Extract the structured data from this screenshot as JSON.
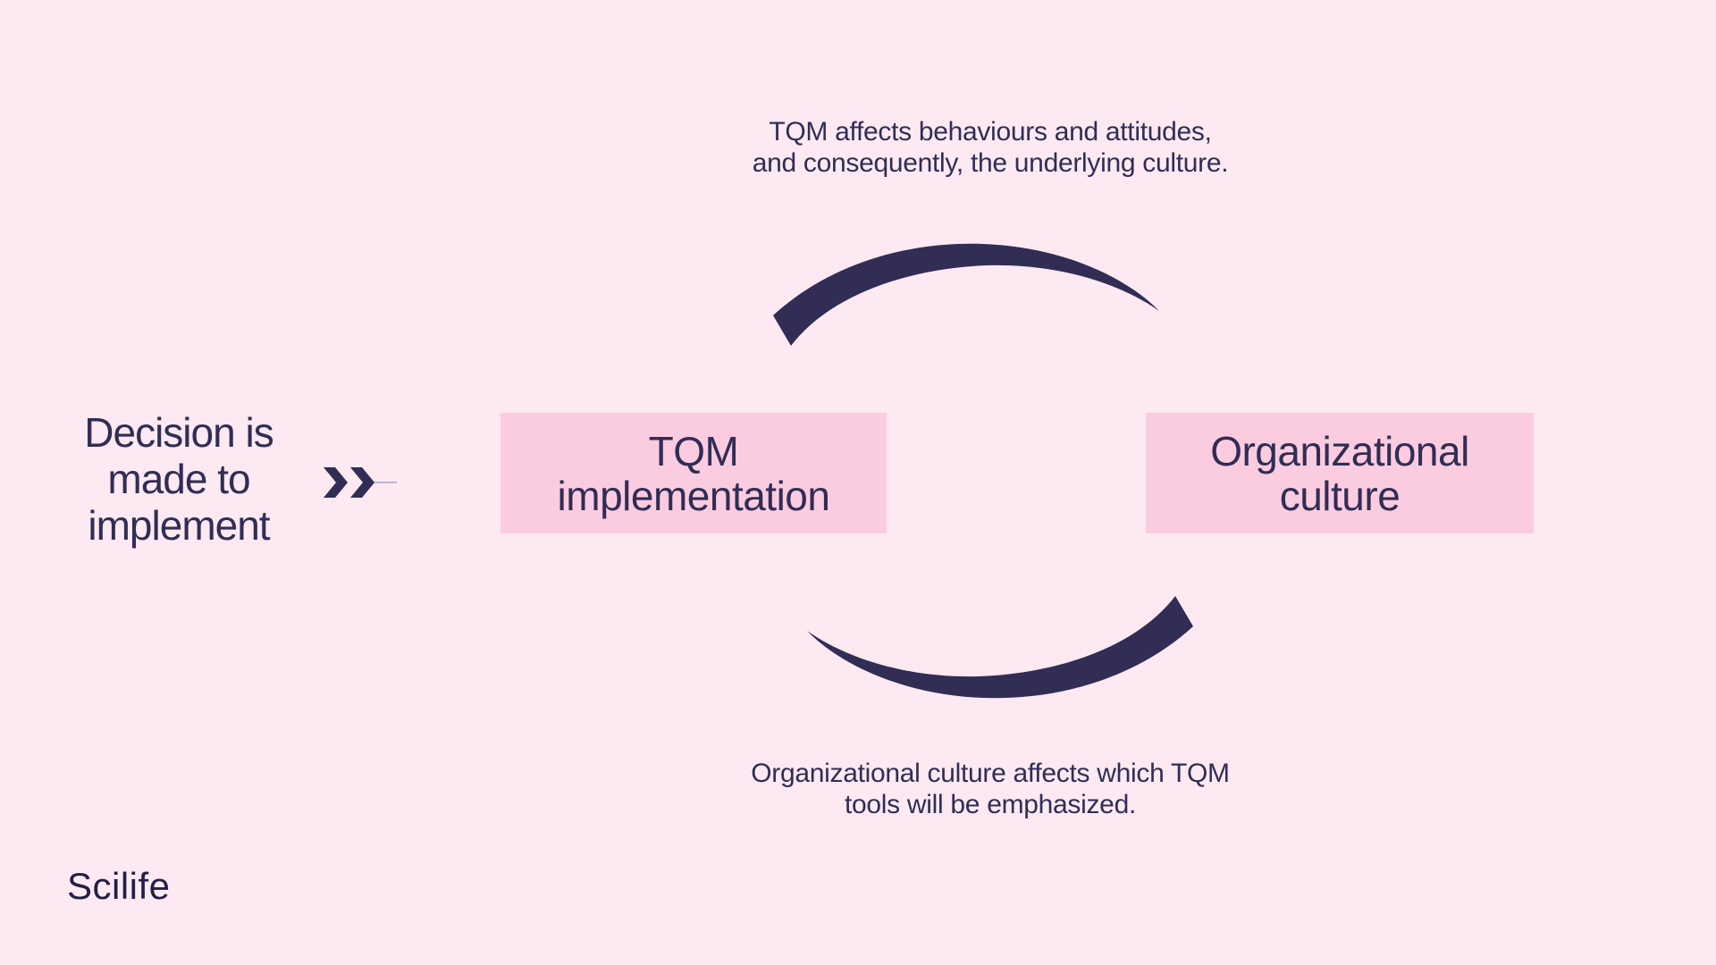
{
  "page": {
    "background_color": "#FCE9F2",
    "box_color": "#FBCCE0",
    "ink_color": "#312D54"
  },
  "top_caption": {
    "line1": "TQM affects behaviours and attitudes,",
    "line2": "and consequently, the underlying culture."
  },
  "left_step": {
    "line1": "Decision is",
    "line2": "made to",
    "line3": "implement"
  },
  "boxes": {
    "tqm": {
      "line1": "TQM",
      "line2": "implementation"
    },
    "culture": {
      "line1": "Organizational",
      "line2": "culture"
    }
  },
  "bottom_caption": {
    "line1": "Organizational culture affects which TQM",
    "line2": "tools will be emphasized."
  },
  "icons": {
    "chevron": "double-chevron-right-icon",
    "arc_top": "cycle-arc-top-icon",
    "arc_bottom": "cycle-arc-bottom-icon"
  },
  "logo": {
    "text": "Scilife"
  }
}
